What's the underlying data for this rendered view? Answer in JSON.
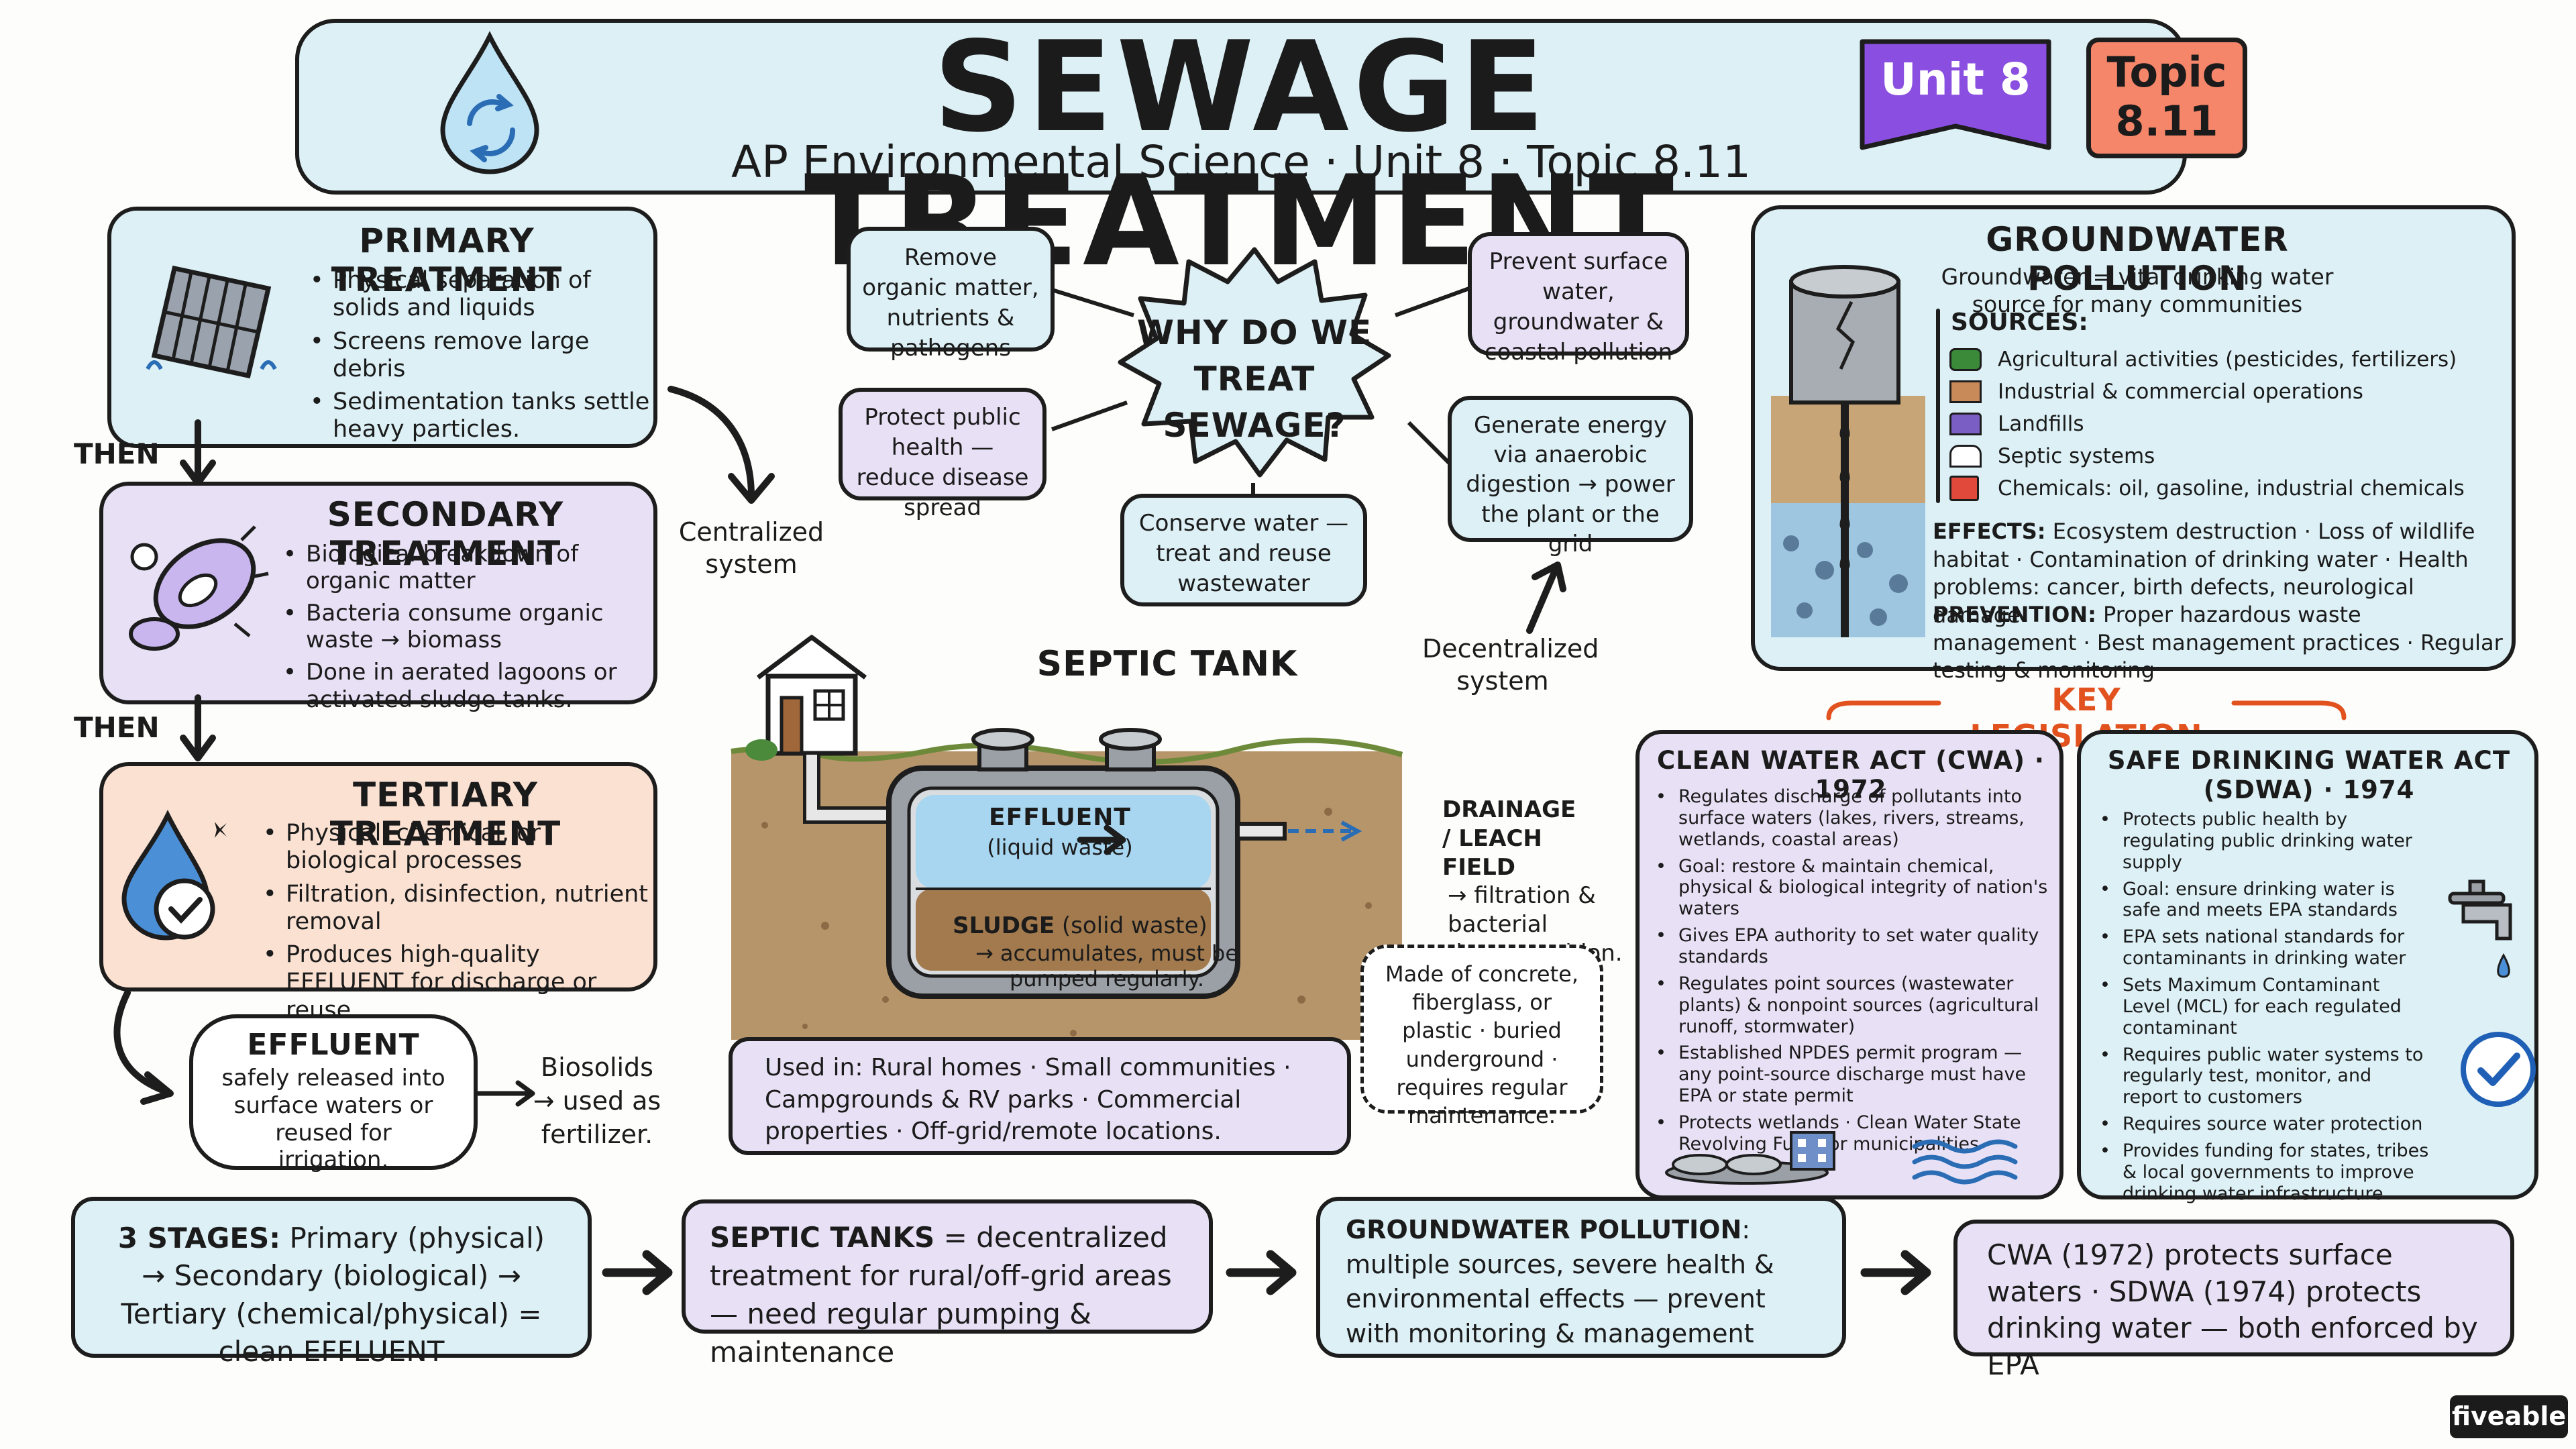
{
  "colors": {
    "blue": "#dcf0f6",
    "lavender": "#e8e1f6",
    "peach": "#fbe1d2",
    "unit_badge": "#8a4fe0",
    "topic_badge": "#f6866a",
    "heading_orange": "#e2521f",
    "outline": "#1d1d1d"
  },
  "header": {
    "title": "SEWAGE TREATMENT",
    "subtitle": "AP Environmental Science · Unit 8 · Topic 8.11",
    "unit_badge": "Unit 8",
    "topic_badge_line1": "Topic",
    "topic_badge_line2": "8.11",
    "icon": "water-drop-recycle-icon"
  },
  "primary": {
    "title": "PRIMARY TREATMENT",
    "bullets": [
      "Physical separation of solids and liquids",
      "Screens remove large debris",
      "Sedimentation tanks settle heavy particles."
    ],
    "icon": "screen-filter-icon"
  },
  "then1": "THEN",
  "secondary": {
    "title": "SECONDARY TREATMENT",
    "bullets": [
      "Biological breakdown of organic matter",
      "Bacteria consume organic waste → biomass",
      "Done in aerated lagoons or activated sludge tanks."
    ],
    "icon": "bacteria-icon"
  },
  "then2": "THEN",
  "tertiary": {
    "title": "TERTIARY TREATMENT",
    "bullets": [
      "Physical, chemical, or biological processes",
      "Filtration, disinfection, nutrient removal",
      "Produces high-quality EFFLUENT for discharge or reuse."
    ],
    "icon": "drop-check-icon"
  },
  "effluent_box": {
    "title": "EFFLUENT",
    "text": "safely released into surface waters or reused for irrigation."
  },
  "biosolids": {
    "line1": "Biosolids",
    "line2": "→ used as",
    "line3": "fertilizer."
  },
  "centralized": {
    "line1": "Centralized",
    "line2": "system"
  },
  "why": {
    "center_line1": "WHY DO WE",
    "center_line2": "TREAT SEWAGE?",
    "reasons": [
      "Remove organic matter, nutrients & pathogens",
      "Protect public health — reduce disease spread",
      "Conserve water — treat and reuse wastewater",
      "Prevent surface water, groundwater & coastal pollution",
      "Generate energy via anaerobic digestion → power the plant or the grid"
    ]
  },
  "decentralized": {
    "line1": "Decentralized",
    "line2": "system"
  },
  "septic": {
    "title": "SEPTIC TANK",
    "effluent_title": "EFFLUENT",
    "effluent_sub": "(liquid waste)",
    "sludge_title": "SLUDGE",
    "sludge_sub": "(solid waste)",
    "sludge_note": "→ accumulates, must be pumped regularly.",
    "drain_title": "DRAINAGE / LEACH FIELD",
    "drain_note": "→ filtration & bacterial decomposition.",
    "material_note": "Made of concrete, fiberglass, or plastic · buried underground · requires regular maintenance.",
    "used_in": "Used in: Rural homes · Small communities · Campgrounds & RV parks · Commercial properties · Off-grid/remote locations."
  },
  "groundwater": {
    "title": "GROUNDWATER POLLUTION",
    "intro": "Groundwater = vital drinking water source for many communities",
    "sources_label": "SOURCES:",
    "sources": [
      {
        "icon": "tractor-icon",
        "text": "Agricultural activities (pesticides, fertilizers)"
      },
      {
        "icon": "factory-icon",
        "text": "Industrial & commercial operations"
      },
      {
        "icon": "landfill-icon",
        "text": "Landfills"
      },
      {
        "icon": "house-icon",
        "text": "Septic systems"
      },
      {
        "icon": "gas-can-icon",
        "text": "Chemicals: oil, gasoline, industrial chemicals"
      }
    ],
    "effects_label": "EFFECTS:",
    "effects": "Ecosystem destruction · Loss of wildlife habitat · Contamination of drinking water · Health problems: cancer, birth defects, neurological damage",
    "prevention_label": "PREVENTION:",
    "prevention": "Proper hazardous waste management · Best management practices · Regular testing & monitoring"
  },
  "legislation": {
    "heading": "KEY LEGISLATION",
    "cwa": {
      "title": "CLEAN WATER ACT (CWA) · 1972",
      "bullets": [
        "Regulates discharge of pollutants into surface waters (lakes, rivers, streams, wetlands, coastal areas)",
        "Goal: restore & maintain chemical, physical & biological integrity of nation's waters",
        "Gives EPA authority to set water quality standards",
        "Regulates point sources (wastewater plants) & nonpoint sources (agricultural runoff, stormwater)",
        "Established NPDES permit program — any point-source discharge must have EPA or state permit",
        "Protects wetlands · Clean Water State Revolving Fund for municipalities"
      ]
    },
    "sdwa": {
      "title_line1": "SAFE DRINKING WATER ACT",
      "title_line2": "(SDWA) · 1974",
      "bullets": [
        "Protects public health by regulating public drinking water supply",
        "Goal: ensure drinking water is safe and meets EPA standards",
        "EPA sets national standards for contaminants in drinking water",
        "Sets Maximum Contaminant Level (MCL) for each regulated contaminant",
        "Requires public water systems to regularly test, monitor, and report to customers",
        "Requires source water protection",
        "Provides funding for states, tribes & local governments to improve drinking water infrastructure"
      ]
    }
  },
  "summary": [
    {
      "label": "3 STAGES:",
      "text": " Primary (physical) → Secondary (biological) → Tertiary (chemical/physical) = clean EFFLUENT"
    },
    {
      "label": "SEPTIC TANKS",
      "text": " = decentralized treatment for rural/off-grid areas — need regular pumping & maintenance"
    },
    {
      "label": "GROUNDWATER POLLUTION",
      "text": ": multiple sources, severe health & environmental effects — prevent with monitoring & management"
    },
    {
      "label": "",
      "text": "CWA (1972) protects surface waters · SDWA (1974) protects drinking water — both enforced by EPA"
    }
  ],
  "brand": "fiveable"
}
